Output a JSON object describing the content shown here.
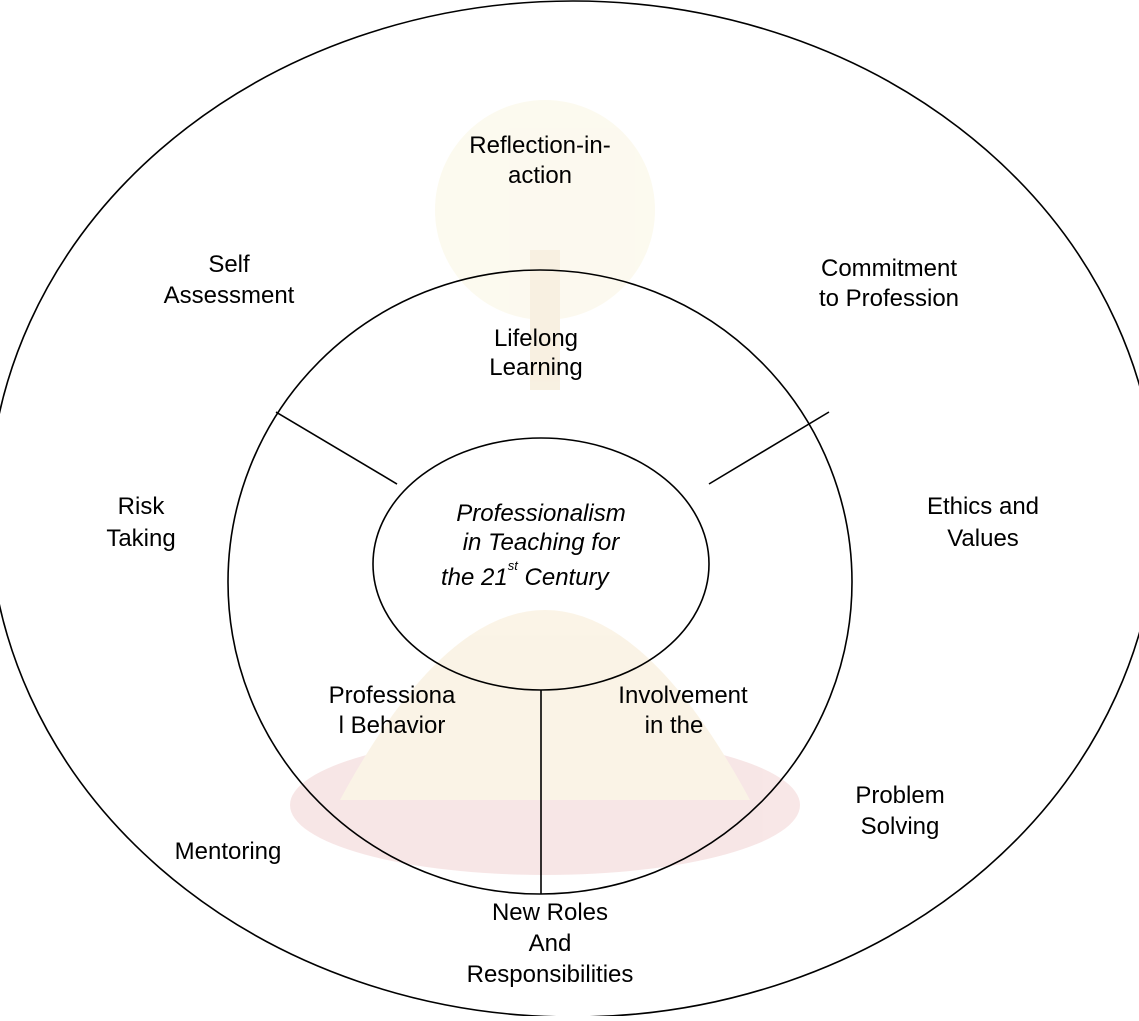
{
  "diagram": {
    "center": {
      "line1": "Professionalism",
      "line2": "in Teaching for",
      "line3_prefix": "the 21",
      "line3_sup": "st",
      "line3_suffix": " Century"
    },
    "inner_ring": {
      "top": {
        "line1": "Lifelong",
        "line2": "Learning"
      },
      "bottom_left": {
        "line1": "Professiona",
        "line2": "l Behavior"
      },
      "bottom_right": {
        "line1": "Involvement",
        "line2": "in the"
      }
    },
    "outer_ring": {
      "reflection": {
        "line1": "Reflection-in-",
        "line2": "action"
      },
      "self_assessment": {
        "line1": "Self",
        "line2": "Assessment"
      },
      "commitment": {
        "line1": "Commitment",
        "line2": "to Profession"
      },
      "risk_taking": {
        "line1": "Risk",
        "line2": "Taking"
      },
      "ethics": {
        "line1": "Ethics and",
        "line2": "Values"
      },
      "problem_solving": {
        "line1": "Problem",
        "line2": "Solving"
      },
      "mentoring": {
        "line1": "Mentoring"
      },
      "new_roles": {
        "line1": "New Roles",
        "line2": "And",
        "line3": "Responsibilities"
      }
    }
  }
}
